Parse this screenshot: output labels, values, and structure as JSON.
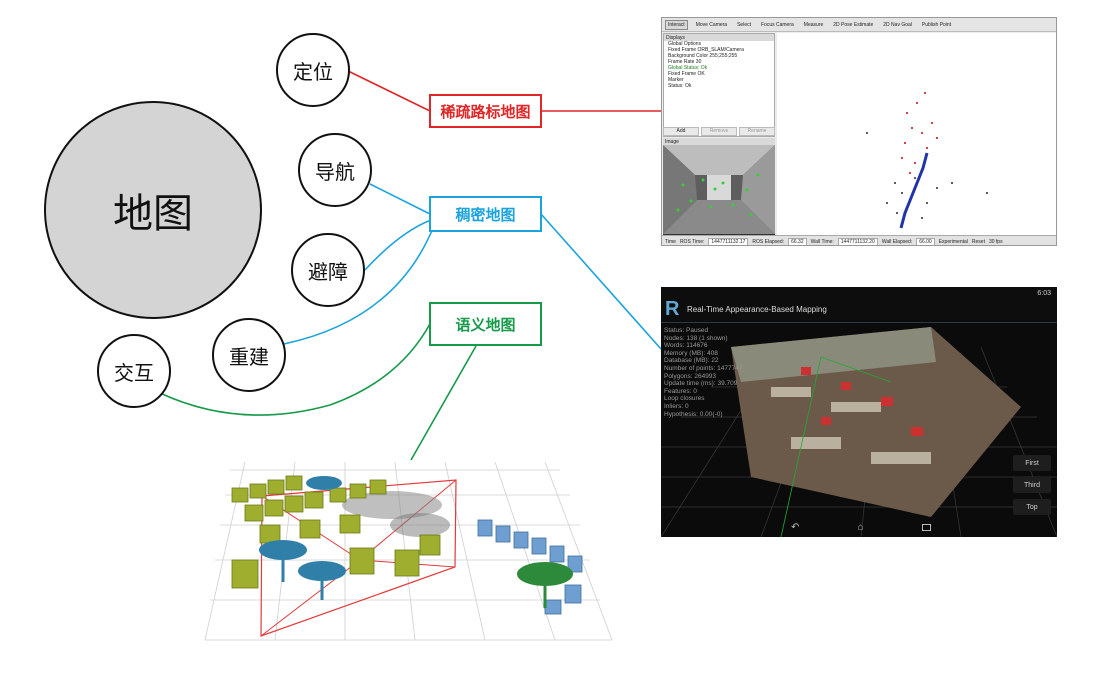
{
  "concept_map": {
    "center": "地图",
    "tasks": [
      "定位",
      "导航",
      "避障",
      "重建",
      "交互"
    ],
    "map_types": [
      {
        "label": "稀疏路标地图",
        "color": "#e02626"
      },
      {
        "label": "稠密地图",
        "color": "#1ca3de"
      },
      {
        "label": "语义地图",
        "color": "#179a4a"
      }
    ]
  },
  "rviz": {
    "toolbar": [
      "Interact",
      "Move Camera",
      "Select",
      "Focus Camera",
      "Measure",
      "2D Pose Estimate",
      "2D Nav Goal",
      "Publish Point"
    ],
    "displays_title": "Displays",
    "display_rows": [
      "Global Options",
      "Fixed Frame   ORB_SLAM/Camera",
      "Background Color   255;255;255",
      "Frame Rate   30",
      "Global Status: Ok",
      "Fixed Frame   OK",
      "Marker",
      "Status: Ok"
    ],
    "buttons": [
      "Add",
      "Remove",
      "Rename"
    ],
    "image_title": "Image",
    "time_title": "Time",
    "ros_time_label": "ROS Time:",
    "ros_time": "1447711132.17",
    "ros_elapsed_label": "ROS Elapsed:",
    "ros_elapsed": "66.32",
    "wall_time_label": "Wall Time:",
    "wall_time": "1447711132.20",
    "wall_elapsed_label": "Wall Elapsed:",
    "wall_elapsed": "66.00",
    "experimental": "Experimental",
    "reset": "Reset",
    "fps": "30 fps"
  },
  "rtab": {
    "logo": "R",
    "title": "Real-Time Appearance-Based Mapping",
    "clock": "6:03",
    "status_lines": [
      "Status: Paused",
      "Nodes: 138 (1 shown)",
      "Words: 114676",
      "Memory (MB): 408",
      "Database (MB): 22",
      "Number of points: 1477747",
      "Polygons: 264993",
      "Update time (ms): 39.709",
      "Features: 0",
      "Loop closures",
      "Inliers: 0",
      "Hypothesis: 0.00(-0)"
    ],
    "views": [
      "First",
      "Third",
      "Top"
    ]
  }
}
